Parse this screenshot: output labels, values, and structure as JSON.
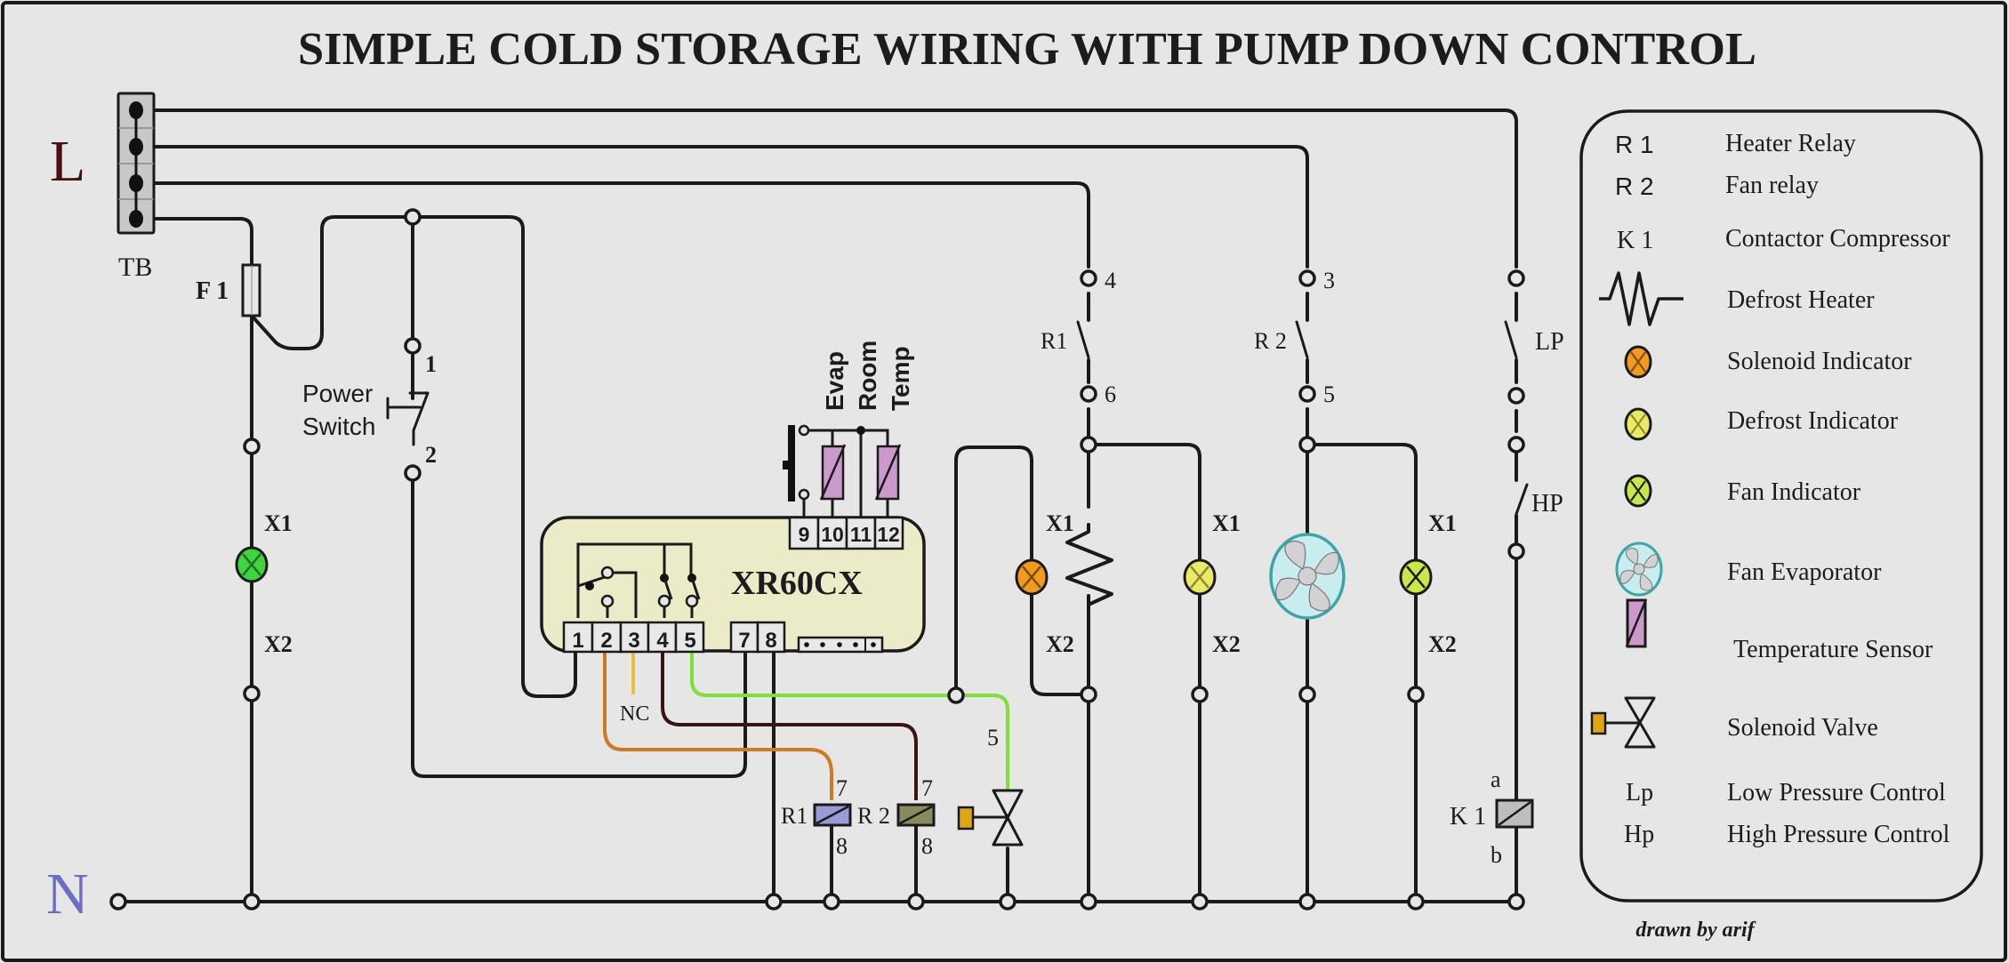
{
  "title": "SIMPLE COLD STORAGE WIRING WITH PUMP DOWN CONTROL",
  "supply": {
    "line_label": "L",
    "neutral_label": "N",
    "terminal_block_label": "TB"
  },
  "colors": {
    "background": "#e6e6e6",
    "line_label": "#4a0e0e",
    "neutral_label": "#6b6fc4",
    "controller_fill": "#ebebc8",
    "sensor_fill": "#cc99cc",
    "power_indicator": "#3dd63d",
    "solenoid_indicator": "#f09a1e",
    "defrost_indicator": "#eaea66",
    "fan_indicator": "#c8e84a",
    "fan_fill": "#c9ecef",
    "fan_ring": "#3aa6a8",
    "r1_coil": "#9a9ad6",
    "r2_coil": "#8a8a60",
    "k1_coil": "#bdbdbd",
    "valve_actuator": "#e0a414",
    "wire_orange": "#d07a20",
    "wire_yellow": "#e8c23a",
    "wire_brown": "#3a1414",
    "wire_green": "#7de03a"
  },
  "fuse": {
    "label": "F 1"
  },
  "power_switch": {
    "label_line1": "Power",
    "label_line2": "Switch",
    "pin_top": "1",
    "pin_bottom": "2"
  },
  "power_lamp": {
    "x1": "X1",
    "x2": "X2"
  },
  "controller": {
    "model": "XR60CX",
    "bottom_terminals": [
      "1",
      "2",
      "3",
      "4",
      "5"
    ],
    "bottom_terminals_b": [
      "7",
      "8"
    ],
    "top_terminals": [
      "9",
      "10",
      "11",
      "12"
    ],
    "nc_label": "NC",
    "probe_labels": [
      "Evap",
      "Room",
      "Temp"
    ]
  },
  "relays": {
    "r1_coil": {
      "label": "R1",
      "pin_top": "7",
      "pin_bottom": "8"
    },
    "r2_coil": {
      "label": "R 2",
      "pin_top": "7",
      "pin_bottom": "8"
    },
    "valve_wire_label": "5"
  },
  "heater_branch": {
    "relay_label": "R1",
    "pin_top": "4",
    "pin_bottom": "6",
    "solenoid_lamp_x1": "X1",
    "solenoid_lamp_x2": "X2",
    "defrost_lamp_x1": "X1",
    "defrost_lamp_x2": "X2"
  },
  "fan_branch": {
    "relay_label": "R 2",
    "pin_top": "3",
    "pin_bottom": "5",
    "fan_lamp_x1": "X1",
    "fan_lamp_x2": "X2"
  },
  "compressor_branch": {
    "lp_label": "LP",
    "hp_label": "HP",
    "contactor_label": "K 1",
    "pin_a": "a",
    "pin_b": "b"
  },
  "legend": {
    "items": [
      {
        "symbol": "R 1",
        "text": "Heater Relay"
      },
      {
        "symbol": "R 2",
        "text": "Fan relay"
      },
      {
        "symbol": "K 1",
        "text": "Contactor Compressor"
      },
      {
        "symbol": "resistor-icon",
        "text": "Defrost Heater"
      },
      {
        "symbol": "solenoid-indicator-icon",
        "text": "Solenoid Indicator"
      },
      {
        "symbol": "defrost-indicator-icon",
        "text": "Defrost Indicator"
      },
      {
        "symbol": "fan-indicator-icon",
        "text": "Fan Indicator"
      },
      {
        "symbol": "fan-icon",
        "text": "Fan Evaporator"
      },
      {
        "symbol": "sensor-icon",
        "text": "Temperature Sensor"
      },
      {
        "symbol": "valve-icon",
        "text": "Solenoid Valve"
      },
      {
        "symbol": "Lp",
        "text": "Low Pressure Control"
      },
      {
        "symbol": "Hp",
        "text": "High Pressure Control"
      }
    ]
  },
  "credit": "drawn by arif"
}
